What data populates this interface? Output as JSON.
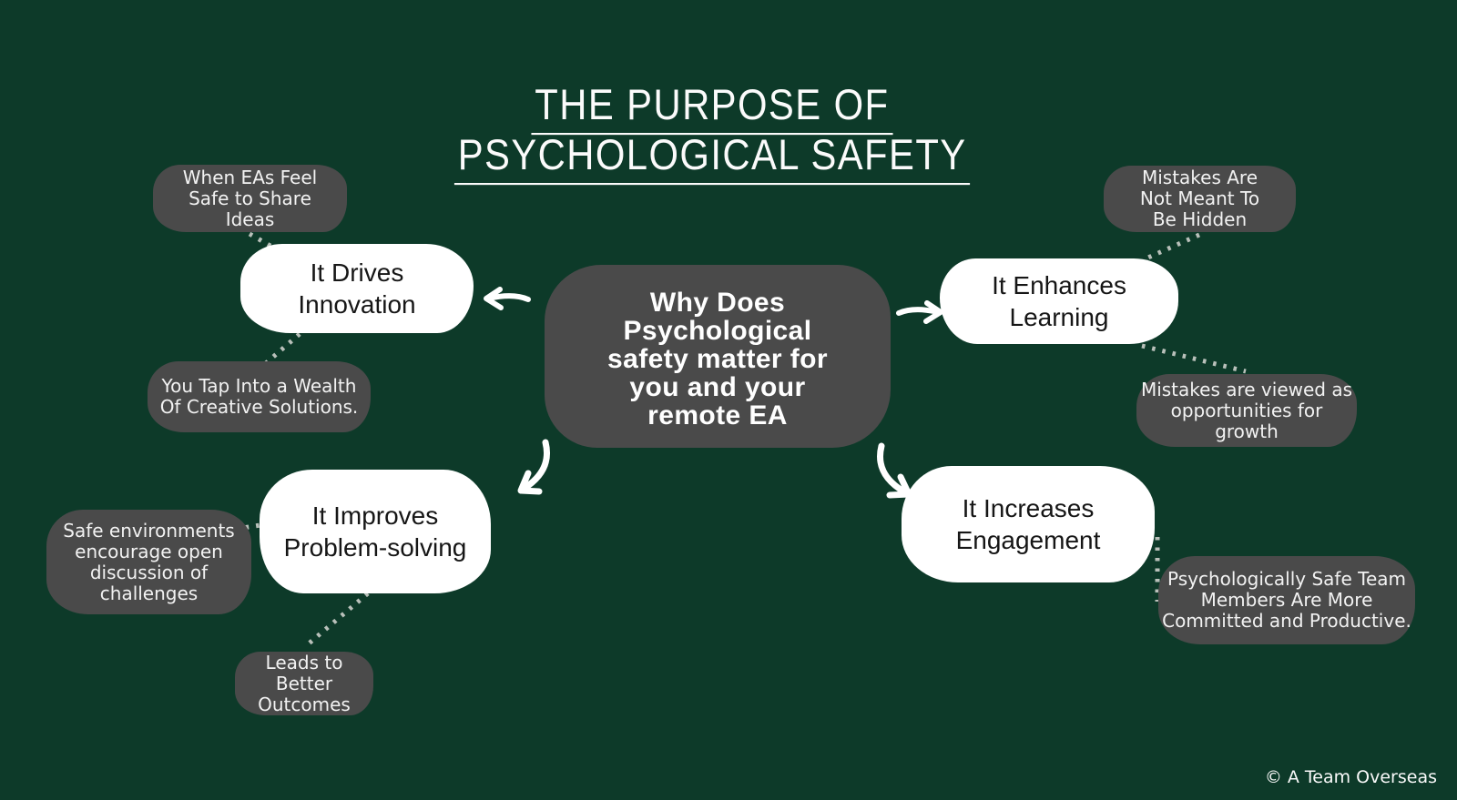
{
  "colors": {
    "background": "#0d3a29",
    "bubble_dark": "#4a4a4a",
    "bubble_light": "#ffffff",
    "text_light": "#f2f2f2",
    "text_dark": "#161616",
    "connector_dotted": "#b9c0ba",
    "arrow": "#ffffff"
  },
  "title": {
    "lines": [
      "THE PURPOSE OF",
      "PSYCHOLOGICAL SAFETY"
    ]
  },
  "center_topic": {
    "lines": [
      "Why Does",
      "Psychological",
      "safety matter for",
      "you and your",
      "remote EA"
    ]
  },
  "branches": [
    {
      "id": "drives-innovation",
      "label_lines": [
        "It Drives",
        "Innovation"
      ]
    },
    {
      "id": "enhances-learning",
      "label_lines": [
        "It Enhances",
        "Learning"
      ]
    },
    {
      "id": "improves-problem-solving",
      "label_lines": [
        "It Improves",
        "Problem-solving"
      ]
    },
    {
      "id": "increases-engagement",
      "label_lines": [
        "It Increases",
        "Engagement"
      ]
    }
  ],
  "notes": [
    {
      "id": "share-ideas",
      "lines": [
        "When EAs Feel",
        "Safe to Share",
        "Ideas"
      ]
    },
    {
      "id": "creative-solutions",
      "lines": [
        "You Tap Into a Wealth",
        "Of Creative Solutions."
      ]
    },
    {
      "id": "open-discussion",
      "lines": [
        "Safe environments",
        "encourage open",
        "discussion of",
        "challenges"
      ]
    },
    {
      "id": "better-outcomes",
      "lines": [
        "Leads to Better",
        "Outcomes"
      ]
    },
    {
      "id": "mistakes-hidden",
      "lines": [
        "Mistakes Are",
        "Not Meant To",
        "Be Hidden"
      ]
    },
    {
      "id": "mistakes-growth",
      "lines": [
        "Mistakes are viewed as",
        "opportunities for growth"
      ]
    },
    {
      "id": "committed-productive",
      "lines": [
        "Psychologically Safe Team",
        "Members Are More",
        "Committed and Productive."
      ]
    }
  ],
  "icons": [
    {
      "name": "arrow-left-icon"
    },
    {
      "name": "arrow-right-icon"
    },
    {
      "name": "arrow-curve-down-left-icon"
    },
    {
      "name": "arrow-curve-down-right-icon"
    }
  ],
  "footer": {
    "copyright": "© A Team Overseas"
  }
}
